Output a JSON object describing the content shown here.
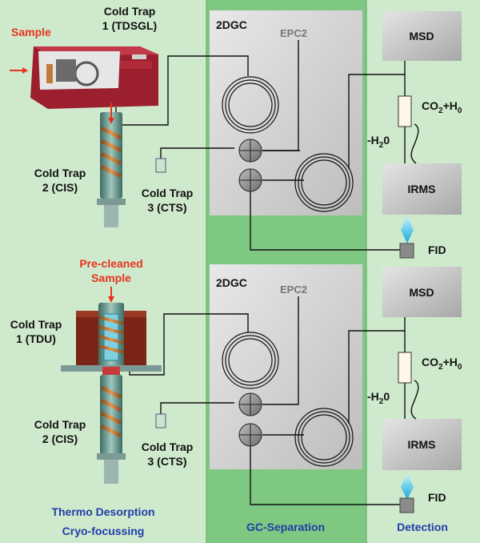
{
  "panels": {
    "top": {
      "sample": "Sample",
      "cold_trap1": [
        "Cold Trap",
        "1 (TDSGL)"
      ],
      "cold_trap2": [
        "Cold Trap",
        "2 (CIS)"
      ],
      "cold_trap3": [
        "Cold Trap",
        "3 (CTS)"
      ],
      "gc": "2DGC",
      "epc": "EPC2",
      "msd": "MSD",
      "irms": "IRMS",
      "fid": "FID",
      "co2": "CO",
      "co2_sub": "2",
      "co2_rest": "+H",
      "co2_sub2": "0",
      "water_pre": "-H",
      "water_sub": "2",
      "water_post": "0"
    },
    "bottom": {
      "sample": [
        "Pre-cleaned",
        "Sample"
      ],
      "cold_trap1": [
        "Cold Trap",
        "1 (TDU)"
      ],
      "cold_trap2": [
        "Cold Trap",
        "2 (CIS)"
      ],
      "cold_trap3": [
        "Cold Trap",
        "3 (CTS)"
      ],
      "gc": "2DGC",
      "epc": "EPC2",
      "msd": "MSD",
      "irms": "IRMS",
      "fid": "FID",
      "co2": "CO",
      "co2_sub": "2",
      "co2_rest": "+H",
      "co2_sub2": "0",
      "water_pre": "-H",
      "water_sub": "2",
      "water_post": "0"
    }
  },
  "footer": {
    "left_line1": "Thermo Desorption",
    "left_line2": "Cryo-focussing",
    "middle": "GC-Separation",
    "right": "Detection"
  },
  "colors": {
    "left_bg": "#cfe9cc",
    "mid_bg": "#7fc882",
    "right_bg": "#cfe9cc",
    "box_gray": "#c6c6c6",
    "title_red": "#e8321c",
    "footer_blue": "#1f3ea8",
    "oven_red": "#9b1f2e",
    "tdu_brown": "#7a2416",
    "fid_flame": "#35c8e8"
  }
}
